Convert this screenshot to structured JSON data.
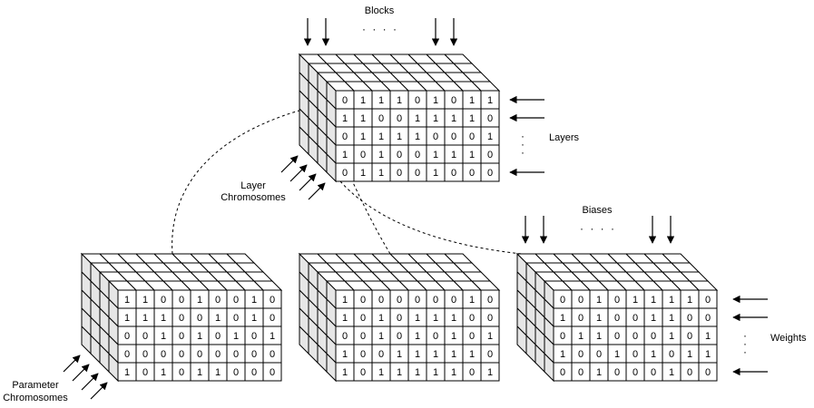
{
  "labels": {
    "blocks": "Blocks",
    "layers": "Layers",
    "layer_chromosomes": [
      "Layer",
      "Chromosomes"
    ],
    "biases": "Biases",
    "weights": "Weights",
    "parameter_chromosomes": [
      "Parameter",
      "Chromosomes"
    ],
    "ellipsis": "· · · ·"
  },
  "cubes": [
    {
      "name": "layer-chromosome-cube",
      "grid": [
        [
          0,
          1,
          1,
          1,
          0,
          1,
          0,
          1,
          1
        ],
        [
          1,
          1,
          0,
          0,
          1,
          1,
          1,
          1,
          0
        ],
        [
          0,
          1,
          1,
          1,
          1,
          0,
          0,
          0,
          1
        ],
        [
          1,
          0,
          1,
          0,
          0,
          1,
          1,
          1,
          0
        ],
        [
          0,
          1,
          1,
          0,
          0,
          1,
          0,
          0,
          0
        ]
      ]
    },
    {
      "name": "parameter-chromosome-cube",
      "grid": [
        [
          1,
          1,
          0,
          0,
          1,
          0,
          0,
          1,
          0
        ],
        [
          1,
          1,
          1,
          0,
          0,
          1,
          0,
          1,
          0
        ],
        [
          0,
          0,
          1,
          0,
          1,
          0,
          1,
          0,
          1
        ],
        [
          0,
          0,
          0,
          0,
          0,
          0,
          0,
          0,
          0
        ],
        [
          1,
          0,
          1,
          0,
          1,
          1,
          0,
          0,
          0
        ]
      ]
    },
    {
      "name": "middle-chromosome-cube",
      "grid": [
        [
          1,
          0,
          0,
          0,
          0,
          0,
          0,
          1,
          0
        ],
        [
          1,
          0,
          1,
          0,
          1,
          1,
          1,
          0,
          0
        ],
        [
          0,
          0,
          1,
          0,
          1,
          0,
          1,
          0,
          1
        ],
        [
          1,
          0,
          0,
          1,
          1,
          1,
          1,
          1,
          0
        ],
        [
          1,
          0,
          1,
          1,
          1,
          1,
          1,
          0,
          1
        ]
      ]
    },
    {
      "name": "weights-biases-cube",
      "grid": [
        [
          0,
          0,
          1,
          0,
          1,
          1,
          1,
          1,
          0
        ],
        [
          1,
          0,
          1,
          0,
          0,
          1,
          1,
          0,
          0
        ],
        [
          0,
          1,
          1,
          0,
          0,
          0,
          1,
          0,
          1
        ],
        [
          1,
          0,
          0,
          1,
          0,
          1,
          0,
          1,
          1
        ],
        [
          0,
          0,
          1,
          0,
          0,
          0,
          1,
          0,
          0
        ]
      ]
    }
  ]
}
